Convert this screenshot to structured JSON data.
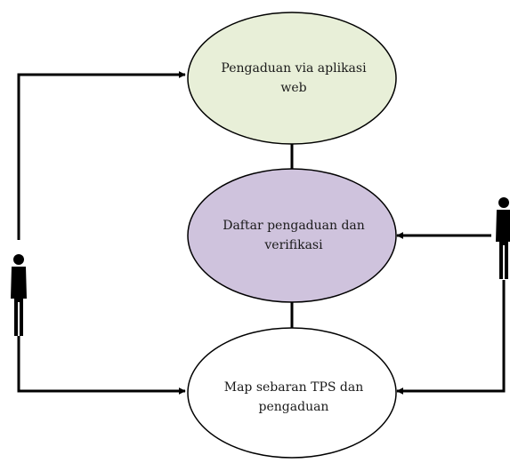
{
  "nodes": {
    "complaint_app": {
      "line1": "Pengaduan via aplikasi",
      "line2": "web",
      "fill": "#e8efd8"
    },
    "complaint_list": {
      "line1": "Daftar pengaduan dan",
      "line2": "verifikasi",
      "fill": "#cfc3dd"
    },
    "tps_map": {
      "line1": "Map sebaran TPS dan",
      "line2": "pengaduan",
      "fill": "#ffffff"
    }
  },
  "actors": {
    "left": {
      "icon": "person-icon"
    },
    "right": {
      "icon": "person-icon"
    }
  },
  "colors": {
    "stroke": "#000000"
  }
}
